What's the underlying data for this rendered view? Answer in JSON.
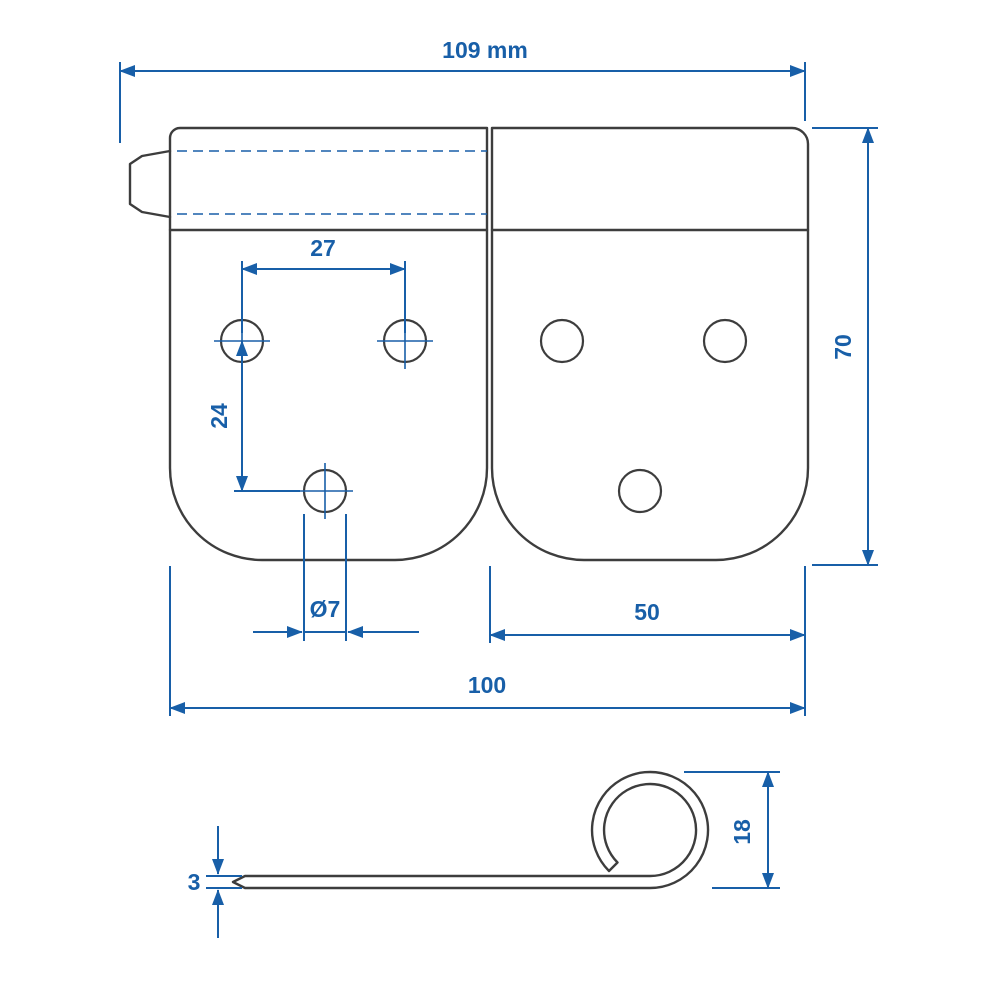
{
  "drawing": {
    "title": "Hinge technical drawing",
    "units": "mm",
    "colors": {
      "outline": "#3d3d3d",
      "dimension": "#185fa8",
      "background": "#ffffff"
    },
    "top_view": {
      "dimensions": {
        "overall_width": "109 mm",
        "plate_height": "70",
        "upper_hole_pitch": "27",
        "vertical_hole_pitch": "24",
        "hole_diameter": "Ø7",
        "right_plate_width": "50",
        "body_width": "100"
      }
    },
    "side_view": {
      "dimensions": {
        "curl_height": "18",
        "material_thickness": "3"
      }
    }
  }
}
